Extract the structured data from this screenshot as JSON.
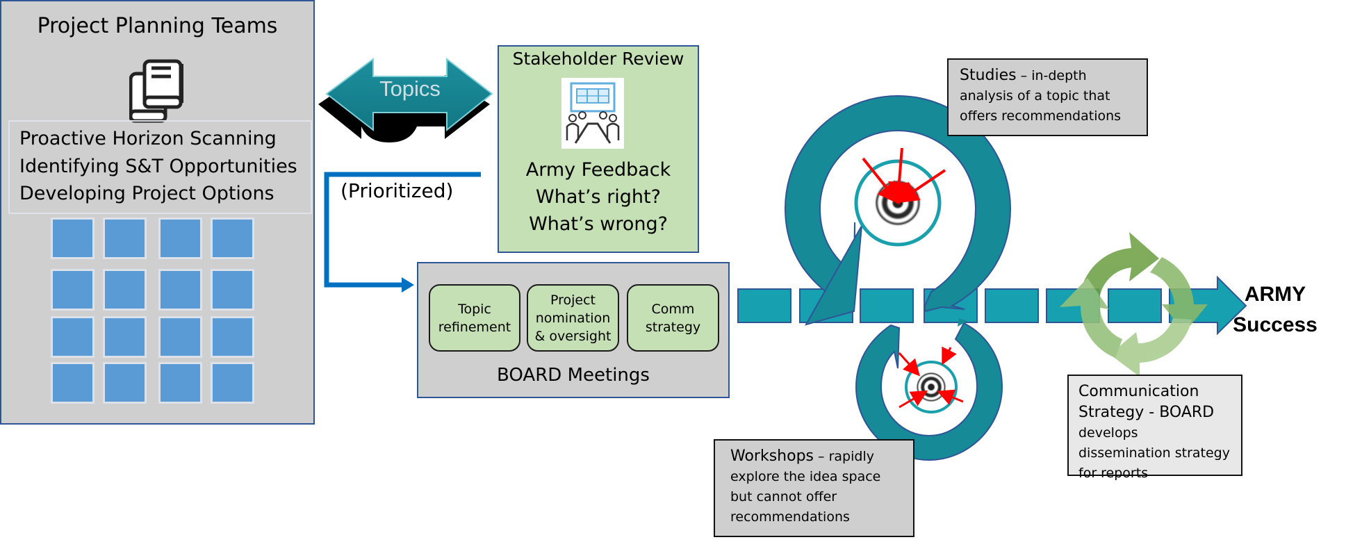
{
  "left_panel": {
    "title": "Project Planning Teams",
    "icon": "books-icon",
    "activities": [
      "Proactive Horizon Scanning",
      "Identifying S&T Opportunities",
      "Developing Project Options"
    ],
    "project_grid": {
      "rows": 4,
      "columns": 4
    }
  },
  "topics_arrow": {
    "label": "Topics",
    "icon": "double-arrow-icon"
  },
  "stakeholder_review": {
    "title": "Stakeholder Review",
    "icon": "meeting-icon",
    "lines": [
      "Army Feedback",
      "What’s right?",
      "What’s wrong?"
    ]
  },
  "connector": {
    "label": "(Prioritized)"
  },
  "board": {
    "label": "BOARD Meetings",
    "items": [
      {
        "lines": [
          "Topic",
          "refinement"
        ]
      },
      {
        "lines": [
          "Project",
          "nomination",
          "& oversight"
        ]
      },
      {
        "lines": [
          "Comm",
          "strategy"
        ]
      }
    ]
  },
  "studies": {
    "lead": "Studies",
    "text": " – in-depth analysis of a topic that offers recommendations"
  },
  "workshops": {
    "lead": "Workshops",
    "text": " – rapidly explore the idea space but cannot offer recommendations"
  },
  "communication": {
    "lead": "Communication Strategy - BOARD",
    "text": " develops dissemination strategy for reports"
  },
  "outcome": {
    "line1": "ARMY",
    "line2": "Success"
  },
  "colors": {
    "panel_gray": "#d0cfcf",
    "border_blue": "#2f5597",
    "square_blue": "#5b9bd5",
    "light_green": "#c5e0b4",
    "teal": "#178a98",
    "dash_teal": "#17a0b0",
    "connector_blue": "#0070c0",
    "target_red": "#ff0000",
    "cycle_green": "#70ad47"
  }
}
